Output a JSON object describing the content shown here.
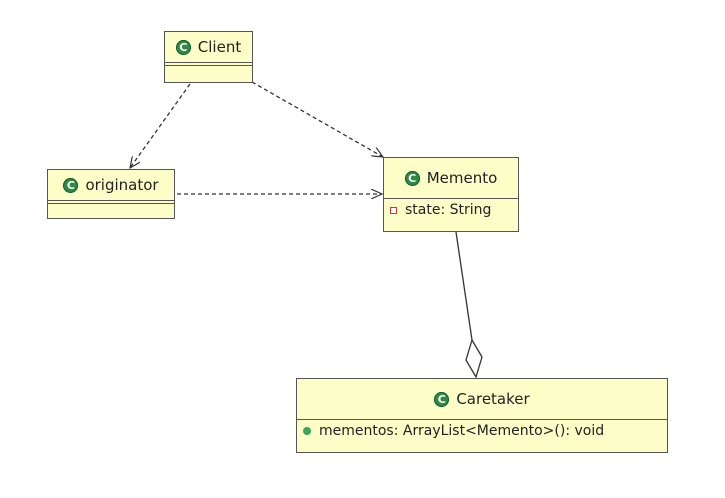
{
  "diagram": {
    "classes": {
      "client": {
        "name": "Client",
        "icon": "class-icon",
        "icon_letter": "C"
      },
      "originator": {
        "name": "originator",
        "icon": "class-icon",
        "icon_letter": "C"
      },
      "memento": {
        "name": "Memento",
        "icon": "class-icon",
        "icon_letter": "C",
        "field": "state: String",
        "field_icon": "private-field-icon"
      },
      "caretaker": {
        "name": "Caretaker",
        "icon": "class-icon",
        "icon_letter": "C",
        "field": "mementos: ArrayList<Memento>(): void",
        "field_icon": "public-field-icon"
      }
    },
    "relations": [
      {
        "from": "Client",
        "to": "originator",
        "type": "dependency"
      },
      {
        "from": "Client",
        "to": "Memento",
        "type": "dependency"
      },
      {
        "from": "originator",
        "to": "Memento",
        "type": "dependency"
      },
      {
        "from": "Caretaker",
        "to": "Memento",
        "type": "aggregation"
      }
    ],
    "colors": {
      "class_fill": "#fdfdc8",
      "icon_green": "#2c8a45",
      "line": "#333333"
    }
  }
}
